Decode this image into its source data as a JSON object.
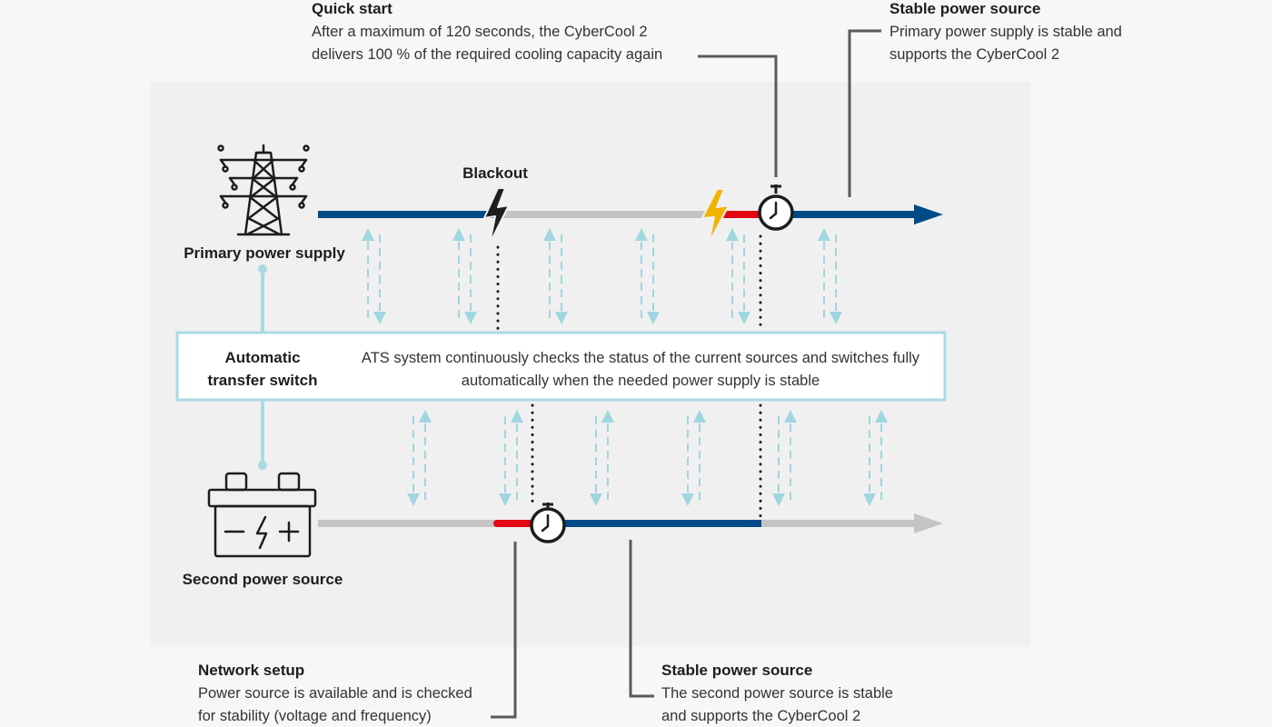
{
  "colors": {
    "page_bg": "#f7f7f7",
    "panel_bg": "#f0f0f0",
    "active_line": "#004a87",
    "inactive_line": "#c4c4c4",
    "transition": "#e30613",
    "lightning_primary": "#f0b400",
    "lightning_blackout": "#1d1d1b",
    "signal_arrows": "#9fd6df",
    "ats_border": "#a8dbe3",
    "callout_line": "#5a5a5a"
  },
  "callouts": {
    "quick_start": {
      "title": "Quick start",
      "line1": "After a maximum of 120 seconds, the CyberCool 2",
      "line2": "delivers 100 % of the required cooling capacity again"
    },
    "stable_primary": {
      "title": "Stable power source",
      "line1": "Primary power supply is stable and",
      "line2": "supports the CyberCool 2"
    },
    "network_setup": {
      "title": "Network setup",
      "line1": "Power source is available and is checked",
      "line2": "for stability (voltage and frequency)"
    },
    "stable_second": {
      "title": "Stable power source",
      "line1": "The second power source is stable",
      "line2": "and supports the CyberCool 2"
    }
  },
  "primary": {
    "label": "Primary power supply",
    "icon": "power-pylon-icon"
  },
  "second": {
    "label": "Second power source",
    "icon": "battery-icon"
  },
  "blackout": {
    "label": "Blackout",
    "icon": "lightning-icon"
  },
  "ats": {
    "title_line1": "Automatic",
    "title_line2": "transfer switch",
    "desc_line1": "ATS system continuously checks the status of the current sources and switches fully",
    "desc_line2": "automatically when the needed power supply is stable"
  }
}
